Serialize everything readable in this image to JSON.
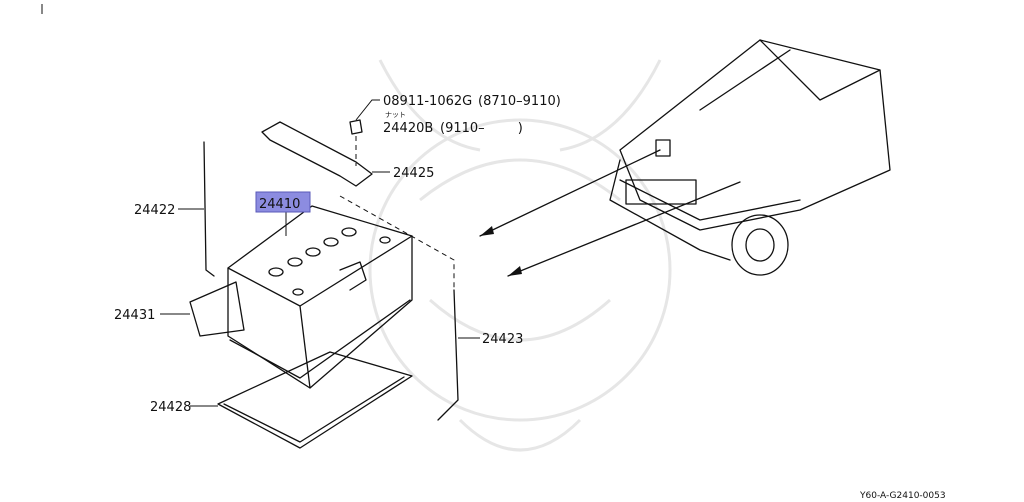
{
  "diagram": {
    "callouts": {
      "battery": "24410",
      "battery_highlight_color": "#8c8ce0",
      "hold_down_rod": "24422",
      "bracket": "24431",
      "tray": "24428",
      "rod_right": "24423",
      "clamp": "24425",
      "nut_part_1": "08911-1062G",
      "nut_part_1_range": "(8710–9110)",
      "nut_name": "ナット",
      "nut_part_2": "24420B",
      "nut_part_2_range": "(9110–        )"
    },
    "figure_code": "Y60-A-G2410-0053"
  }
}
